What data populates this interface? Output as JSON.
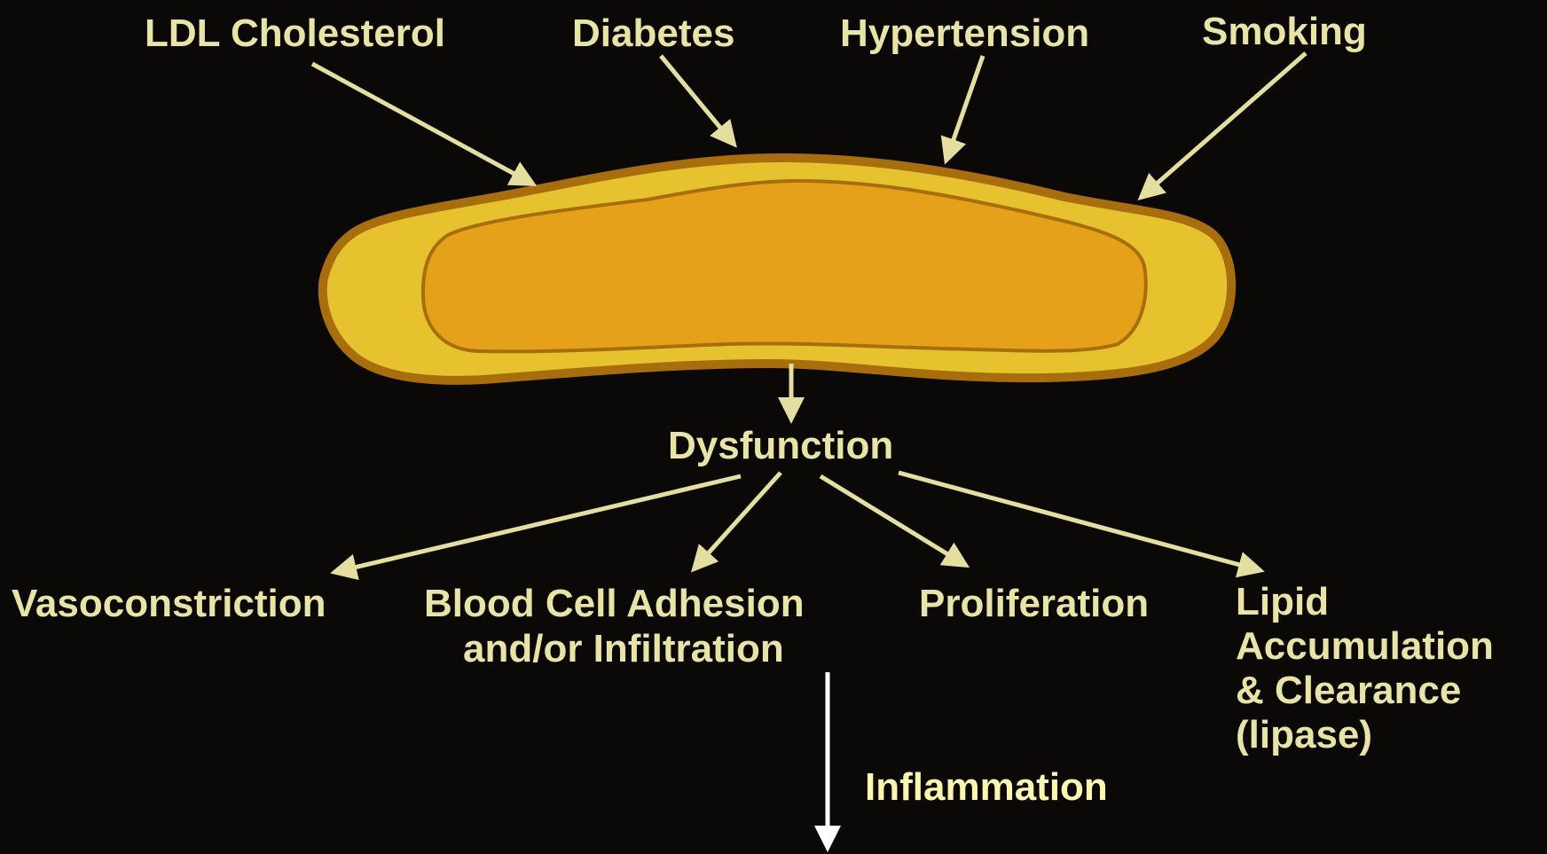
{
  "colors": {
    "background": "#0b0907",
    "label": "#e8e3a6",
    "arrow": "#e4dfa0",
    "cell_outer": "#e6c22e",
    "cell_border": "#a86e0e",
    "cell_inner": "#e5a11a",
    "inflammation_arrow": "#ffffff",
    "inflammation_text": "#fcf6b0"
  },
  "risk_factors": {
    "ldl": "LDL Cholesterol",
    "diabetes": "Diabetes",
    "hypertension": "Hypertension",
    "smoking": "Smoking"
  },
  "center": {
    "dysfunction": "Dysfunction"
  },
  "outcomes": {
    "vasoconstriction": "Vasoconstriction",
    "adhesion_line1": "Blood Cell Adhesion",
    "adhesion_line2": "and/or Infiltration",
    "proliferation": "Proliferation",
    "lipid_line1": "Lipid",
    "lipid_line2": "Accumulation",
    "lipid_line3": "& Clearance",
    "lipid_line4": "(lipase)"
  },
  "inflammation": {
    "label": "Inflammation"
  }
}
